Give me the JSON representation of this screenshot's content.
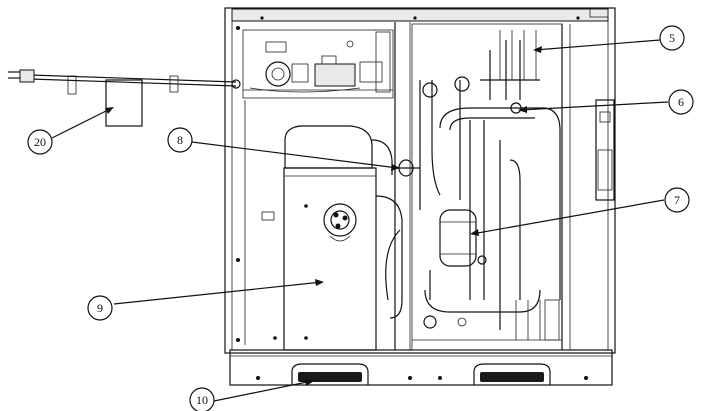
{
  "diagram": {
    "callouts": [
      {
        "id": "c5",
        "label": "5"
      },
      {
        "id": "c6",
        "label": "6"
      },
      {
        "id": "c7",
        "label": "7"
      },
      {
        "id": "c8",
        "label": "8"
      },
      {
        "id": "c9",
        "label": "9"
      },
      {
        "id": "c10",
        "label": "10"
      },
      {
        "id": "c20",
        "label": "20"
      }
    ]
  }
}
